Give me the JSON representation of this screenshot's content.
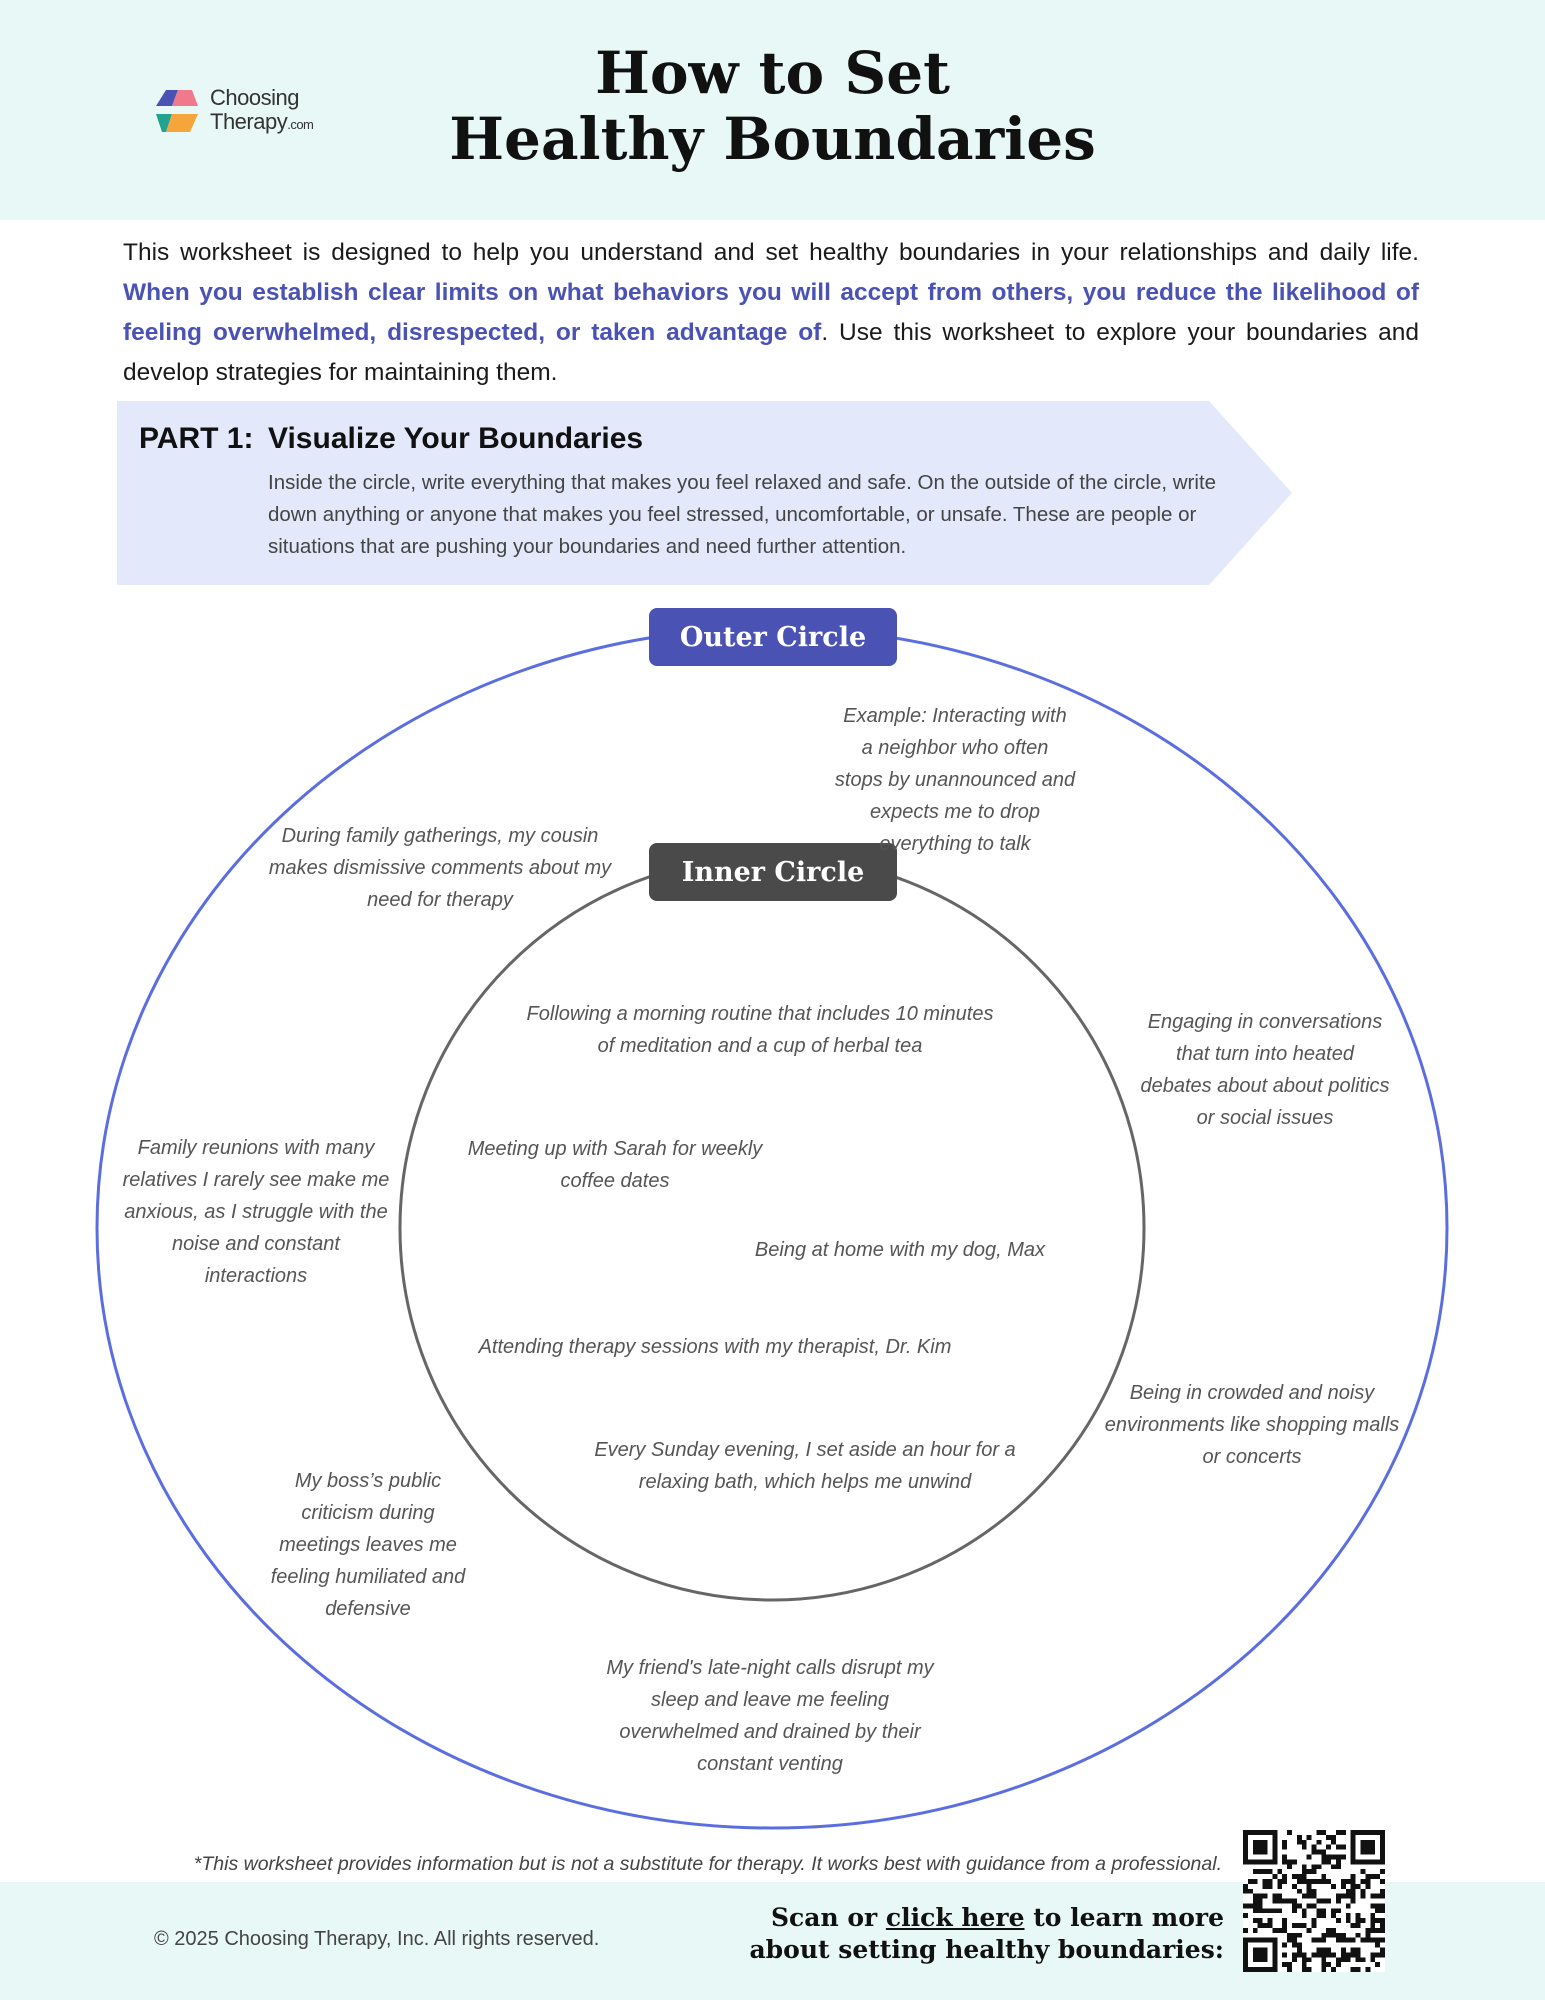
{
  "header": {
    "title_line1": "How to Set",
    "title_line2": "Healthy Boundaries",
    "logo": {
      "line1": "Choosing",
      "line2": "Therapy",
      "suffix": ".com"
    }
  },
  "intro": {
    "part1": "This worksheet is designed to help you understand and set healthy boundaries in your relationships and daily life. ",
    "highlight": "When you establish clear limits on what behaviors you will accept from others, you reduce the likelihood of feeling overwhelmed, disrespected, or taken advantage of",
    "part2": ". Use this worksheet to explore your boundaries and develop strategies for maintaining them."
  },
  "part1": {
    "label": "PART 1:",
    "title": "Visualize Your Boundaries",
    "description": "Inside the circle, write everything that makes you feel relaxed and safe. On the outside of the circle, write down anything or anyone that makes you feel stressed, uncomfortable, or unsafe. These are people or situations that are pushing your boundaries and need further attention."
  },
  "diagram": {
    "outer_label": "Outer Circle",
    "inner_label": "Inner Circle",
    "outer_notes": [
      "Example: Interacting with\na neighbor who often\nstops by unannounced and\nexpects me to drop\neverything to talk",
      "During family gatherings, my cousin\nmakes dismissive comments about my\nneed for therapy",
      "Engaging in conversations\nthat turn into heated\ndebates about about politics\nor social issues",
      "Family reunions with many\nrelatives I rarely see make me\nanxious, as I struggle with the\nnoise and constant\ninteractions",
      "Being in crowded and noisy\nenvironments like shopping malls\nor concerts",
      "My boss’s public\ncriticism during\nmeetings leaves me\nfeeling humiliated and\ndefensive",
      "My friend's late-night calls disrupt my\nsleep and leave me feeling\noverwhelmed and drained by their\nconstant venting"
    ],
    "inner_notes": [
      "Following a morning routine that includes 10 minutes\nof meditation and a cup of herbal tea",
      "Meeting up with Sarah for weekly\ncoffee dates",
      "Being at home with my dog, Max",
      "Attending therapy sessions with my therapist, Dr. Kim",
      "Every Sunday evening, I set aside an hour for a\nrelaxing bath, which helps me unwind"
    ],
    "colors": {
      "outer": "#5b6ee1",
      "inner": "#666666",
      "outer_pill": "#4a52b4",
      "inner_pill": "#4a4a4a"
    }
  },
  "disclaimer": "*This worksheet provides information but is not a substitute for therapy. It works best with guidance from a professional.",
  "footer": {
    "copyright": "© 2025 Choosing Therapy, Inc. All rights reserved.",
    "cta_prefix": "Scan or ",
    "cta_link": "click here",
    "cta_suffix": " to learn more",
    "cta_line2": "about setting healthy boundaries:"
  }
}
